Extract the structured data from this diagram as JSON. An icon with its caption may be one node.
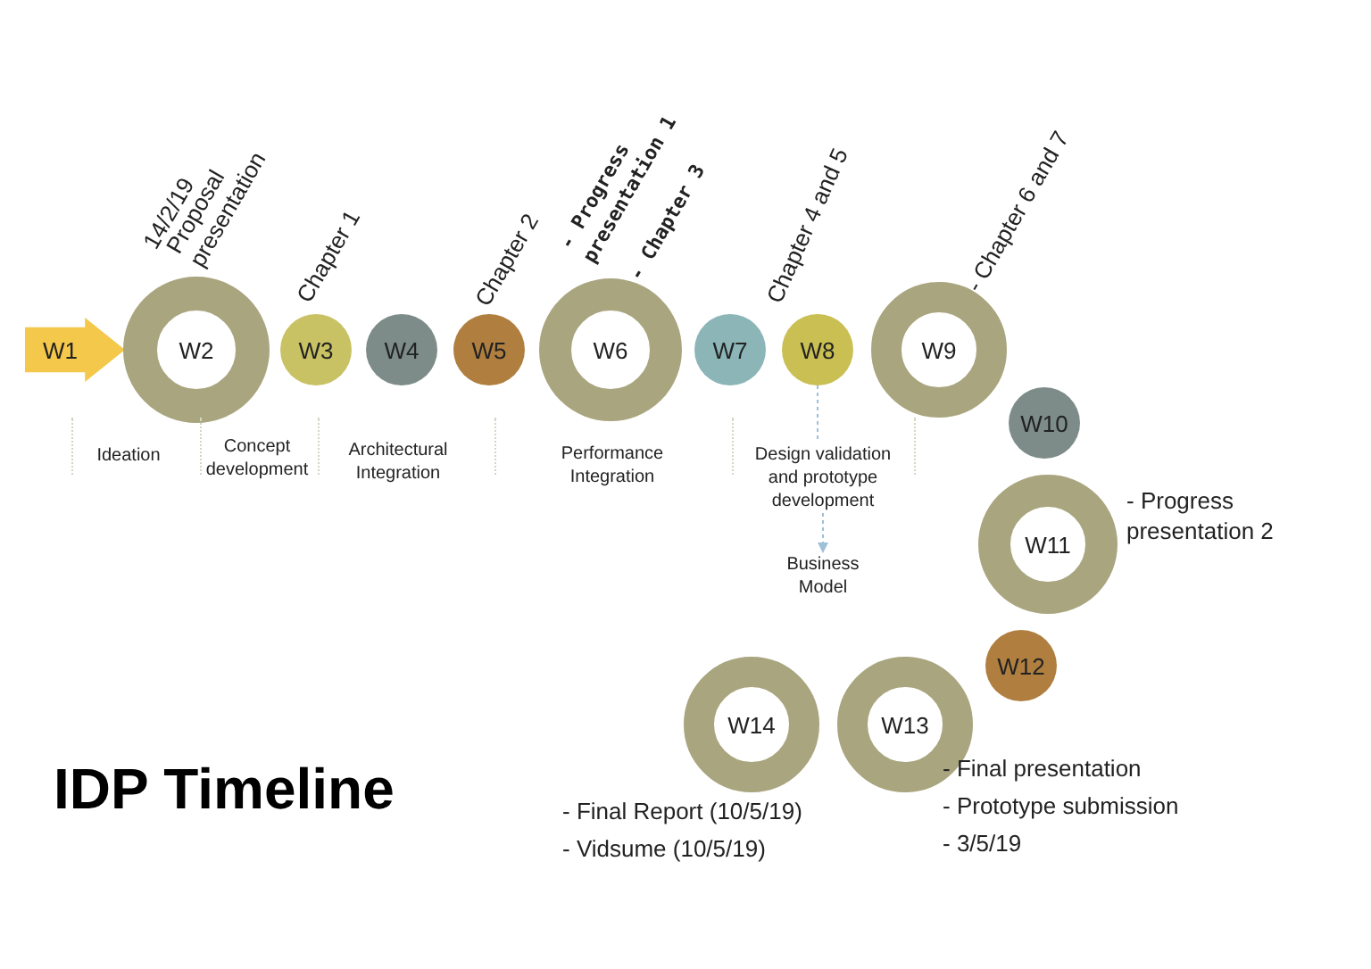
{
  "diagram": {
    "title": "IDP Timeline",
    "nodes": [
      {
        "text": [
          "W1"
        ]
      },
      {
        "text": [
          "W2"
        ],
        "beside": [
          "14/2/19",
          "Proposal presentation"
        ]
      },
      {
        "text": [
          "W3"
        ],
        "beside": [
          "Chapter 1"
        ]
      },
      {
        "text": [
          "W4"
        ]
      },
      {
        "text": [
          "W5"
        ],
        "beside": [
          "Chapter 2"
        ]
      },
      {
        "text": [
          "W6"
        ],
        "beside": [
          "- Progress presentation 1",
          "- Chapter 3"
        ]
      },
      {
        "text": [
          "W7"
        ]
      },
      {
        "text": [
          "W8"
        ],
        "beside": [
          "Chapter 4 and 5"
        ]
      },
      {
        "text": [
          "W9"
        ],
        "beside": [
          "- Chapter 6 and 7"
        ]
      },
      {
        "text": [
          "W10"
        ]
      },
      {
        "text": [
          "W11"
        ],
        "beside": [
          "- Progress presentation 2"
        ]
      },
      {
        "text": [
          "W12"
        ]
      },
      {
        "text": [
          "W13"
        ],
        "beside": [
          "- Final presentation",
          "- Prototype submission",
          "- 3/5/19"
        ]
      },
      {
        "text": [
          "W14"
        ],
        "beside": [
          "- Final Report (10/5/19)",
          "- Vidsume (10/5/19)"
        ]
      },
      {
        "text": [
          "Design validation and prototype development"
        ]
      },
      {
        "text": [
          "Business Model"
        ]
      }
    ],
    "edges": [
      {
        "from": 7,
        "to": 14,
        "arrow": "none",
        "style": "dashed"
      },
      {
        "from": 14,
        "to": 15,
        "arrow": "to",
        "style": "dashed"
      }
    ],
    "labels": [
      "Ideation",
      "Concept development",
      "Architectural Integration",
      "Performance Integration"
    ]
  }
}
